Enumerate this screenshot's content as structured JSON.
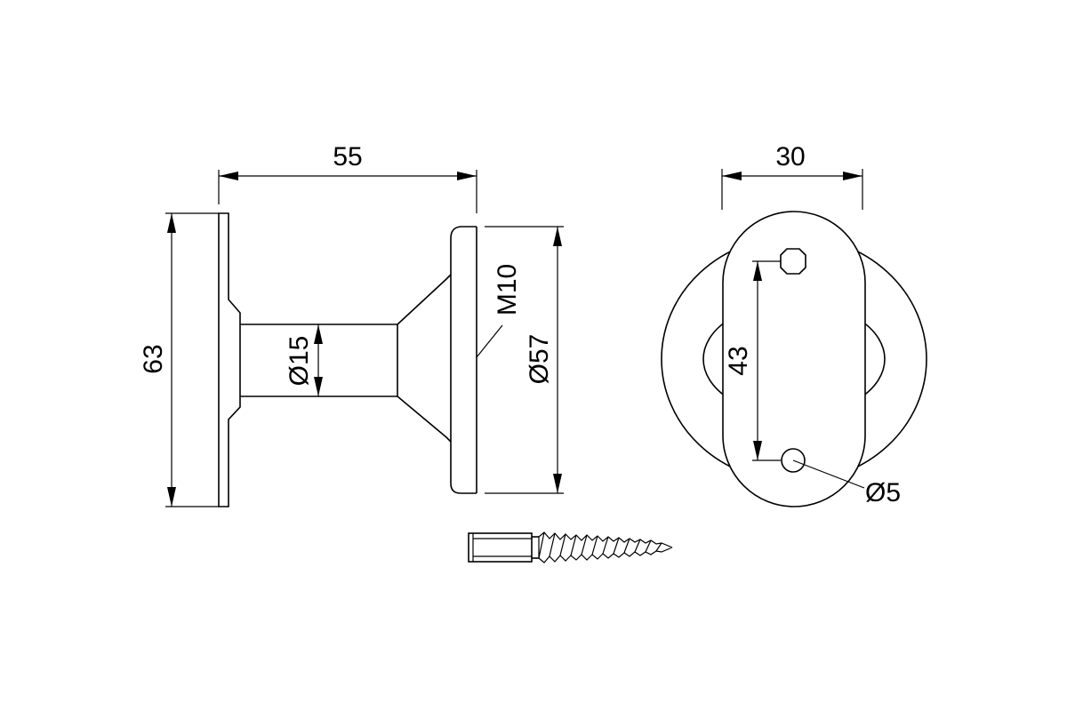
{
  "dimensions": {
    "overall_length": "55",
    "plate_height": "63",
    "shaft_diameter": "Ø15",
    "thread": "M10",
    "rosette_diameter": "Ø57",
    "plate_width": "30",
    "hole_spacing": "43",
    "hole_diameter": "Ø5"
  },
  "colors": {
    "stroke": "#000000",
    "background": "#ffffff"
  }
}
